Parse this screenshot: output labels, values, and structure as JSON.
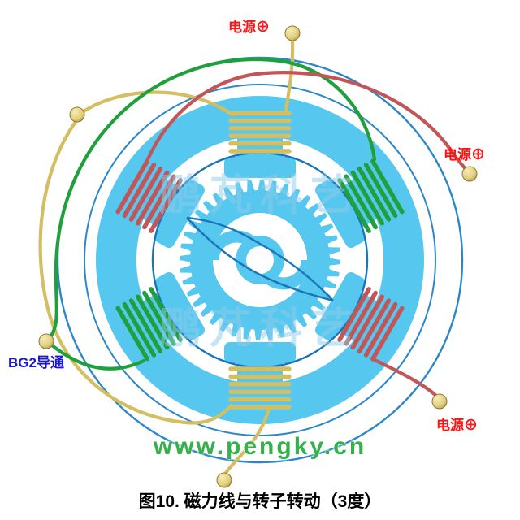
{
  "labels": {
    "power_top": "电源⊕",
    "power_right": "电源⊕",
    "power_bottom_right": "电源⊕",
    "bg2": "BG2导通"
  },
  "watermark": {
    "text": "鹏芃科艺"
  },
  "website": "www.pengky.cn",
  "caption": "图10. 磁力线与转子转动（3度）",
  "colors": {
    "background": "#FFFFFF",
    "stator": "#56C7EE",
    "flux": "#1A74B8",
    "frame": "#2C87C8",
    "wire_green": "#1FA03C",
    "wire_red": "#C25557",
    "wire_yellow": "#D4BE62",
    "ball": "#E2CF7E",
    "ball_edge": "#8D7A35",
    "label_red": "#FF1212",
    "label_blue": "#1A1ACC",
    "website": "#35B14B",
    "watermark": "#8FCCEA",
    "caption": "#000000"
  }
}
